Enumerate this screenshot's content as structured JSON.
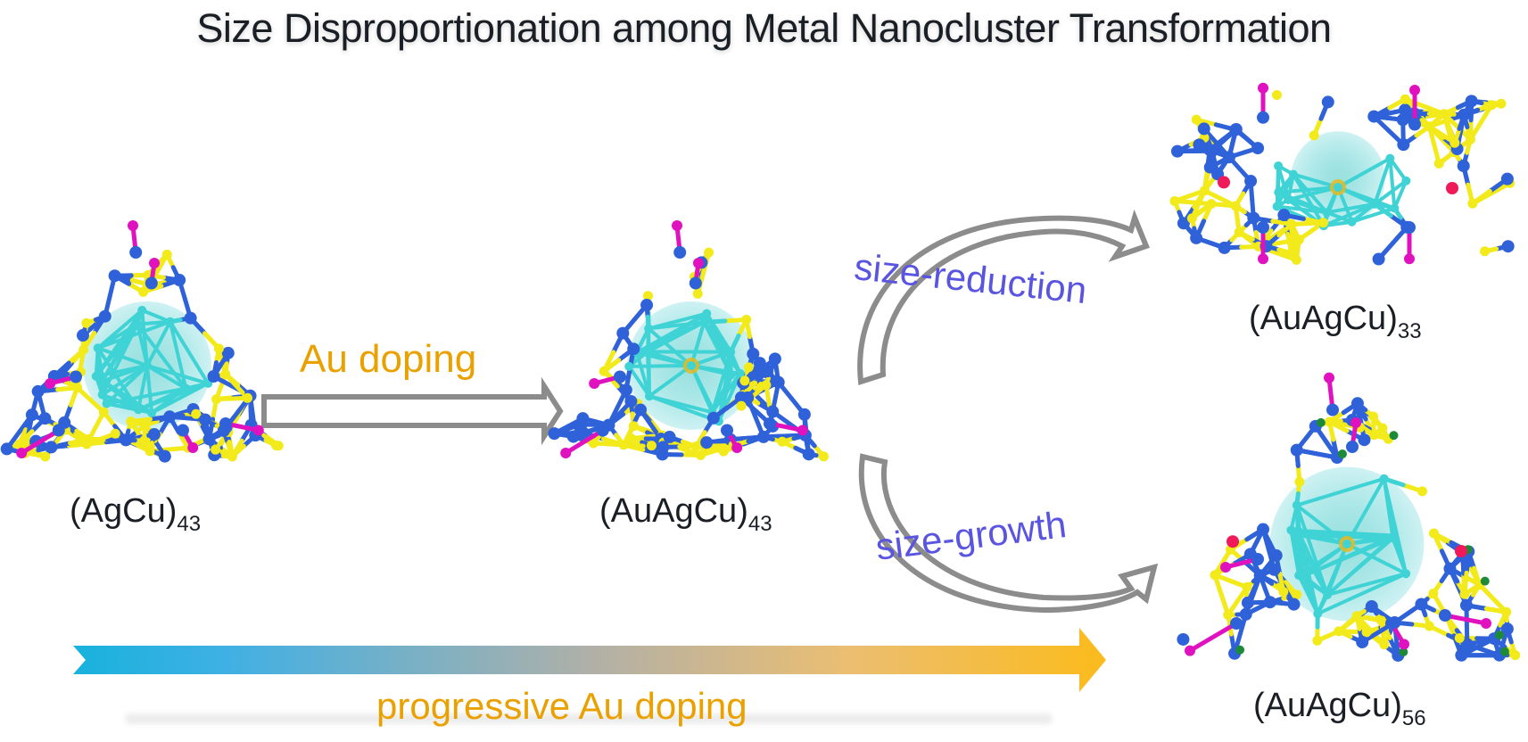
{
  "title": "Size Disproportionation among Metal Nanocluster Transformation",
  "clusters": [
    {
      "id": "agcu43",
      "formula": "(AgCu)",
      "subscript": "43"
    },
    {
      "id": "auagcu43",
      "formula": "(AuAgCu)",
      "subscript": "43"
    },
    {
      "id": "auagcu33",
      "formula": "(AuAgCu)",
      "subscript": "33"
    },
    {
      "id": "auagcu56",
      "formula": "(AuAgCu)",
      "subscript": "56"
    }
  ],
  "arrows": {
    "doping": "Au doping",
    "reduction": "size-reduction",
    "growth": "size-growth",
    "progressive": "progressive Au doping"
  },
  "colors": {
    "core_metal": "#3fd3d6",
    "copper_blue": "#2f62d8",
    "sulfur_yellow": "#f2ea1a",
    "terminal_magenta": "#e012c0",
    "phosphorus_red": "#f0195a",
    "carbon_green": "#1d8a3a",
    "gold_center": "#e8b820",
    "text_orange": "#eaa100",
    "text_purple": "#5a55e0",
    "arrow_gray": "#8c8c8c",
    "gradient_start": "#18b2dc",
    "gradient_mid": "#a8b2b8",
    "gradient_end": "#fbbb1c"
  }
}
